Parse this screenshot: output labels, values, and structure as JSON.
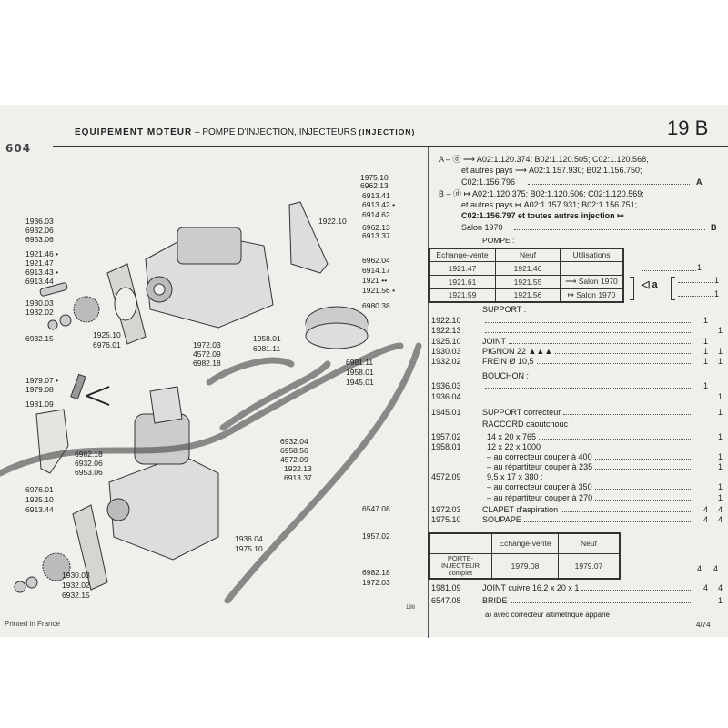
{
  "header": {
    "model_logo": "604",
    "title_bold": "EQUIPEMENT MOTEUR",
    "title_rest": " – POMPE D'INJECTION, INJECTEURS ",
    "title_paren": "(INJECTION)",
    "section": "19 B"
  },
  "variants": {
    "A_lines": [
      "A – ⓓ ⟶ A02:1.120.374; B02:1.120.505; C02:1.120.568,",
      "et autres pays ⟶ A02:1.157.930; B02:1.156.750;",
      "C02:1.156.796"
    ],
    "A_mark": "A",
    "B_lines": [
      "B – ⓓ ↦ A02:1.120.375; B02:1.120.506; C02:1.120.569;",
      "et autres pays ↦ A02:1.157.931; B02:1.156.751;",
      "C02:1.156.797 et toutes autres injection ↦",
      "Salon 1970"
    ],
    "B_mark": "B"
  },
  "pompe": {
    "title": "POMPE :",
    "headers": [
      "Echange-vente",
      "Neuf",
      "Utilisations"
    ],
    "rows": [
      {
        "ev": "1921.47",
        "neuf": "1921.46",
        "util": "",
        "qty": "1"
      },
      {
        "ev": "1921.61",
        "neuf": "1921.55",
        "util": "⟶ Salon 1970",
        "qty": "1"
      },
      {
        "ev": "1921.59",
        "neuf": "1921.56",
        "util": "↦ Salon 1970",
        "qty": "1"
      }
    ],
    "note_mark": "◁ a"
  },
  "parts": [
    {
      "code": "",
      "desc": "SUPPORT :",
      "q1": "",
      "q2": "",
      "dots": false
    },
    {
      "code": "1922.10",
      "desc": "",
      "q1": "1",
      "q2": "",
      "dots": true
    },
    {
      "code": "1922.13",
      "desc": "",
      "q1": "",
      "q2": "1",
      "dots": true
    },
    {
      "code": "1925.10",
      "desc": "JOINT",
      "q1": "1",
      "q2": "",
      "dots": true
    },
    {
      "code": "1930.03",
      "desc": "PIGNON 22 ▲▲▲",
      "q1": "1",
      "q2": "1",
      "dots": true
    },
    {
      "code": "1932.02",
      "desc": "FREIN Ø 10,5",
      "q1": "1",
      "q2": "1",
      "dots": true
    },
    {
      "code": "",
      "desc": "BOUCHON :",
      "q1": "",
      "q2": "",
      "dots": false
    },
    {
      "code": "1936.03",
      "desc": "",
      "q1": "1",
      "q2": "",
      "dots": true
    },
    {
      "code": "1936.04",
      "desc": "",
      "q1": "",
      "q2": "1",
      "dots": true
    },
    {
      "code": "1945.01",
      "desc": "SUPPORT correcteur",
      "q1": "",
      "q2": "1",
      "dots": true
    },
    {
      "code": "",
      "desc": "RACCORD caoutchouc :",
      "q1": "",
      "q2": "",
      "dots": false
    },
    {
      "code": "1957.02",
      "desc": "  14 x 20 x 765",
      "q1": "",
      "q2": "1",
      "dots": true
    },
    {
      "code": "1958.01",
      "desc": "  12 x 22 x 1000",
      "q1": "",
      "q2": "",
      "dots": false
    },
    {
      "code": "",
      "desc": "  – au correcteur couper à 400",
      "q1": "",
      "q2": "1",
      "dots": true
    },
    {
      "code": "",
      "desc": "  – au répartiteur couper à 235",
      "q1": "",
      "q2": "1",
      "dots": true
    },
    {
      "code": "4572.09",
      "desc": "  9,5 x 17 x 380 :",
      "q1": "",
      "q2": "",
      "dots": false
    },
    {
      "code": "",
      "desc": "  – au correcteur couper à 350",
      "q1": "",
      "q2": "1",
      "dots": true
    },
    {
      "code": "",
      "desc": "  – au répartiteur couper à 270",
      "q1": "",
      "q2": "1",
      "dots": true
    },
    {
      "code": "1972.03",
      "desc": "CLAPET d'aspiration",
      "q1": "4",
      "q2": "4",
      "dots": true
    },
    {
      "code": "1975.10",
      "desc": "SOUPAPE",
      "q1": "4",
      "q2": "4",
      "dots": true
    }
  ],
  "porte": {
    "headers": [
      "",
      "Echange-vente",
      "Neuf"
    ],
    "label": "PORTE-INJECTEUR complet",
    "ev": "1979.08",
    "neuf": "1979.07",
    "q1": "4",
    "q2": "4"
  },
  "parts2": [
    {
      "code": "1981.09",
      "desc": "JOINT cuivre 16,2 x 20 x 1",
      "q1": "4",
      "q2": "4",
      "dots": true
    },
    {
      "code": "6547.08",
      "desc": "BRIDE",
      "q1": "",
      "q2": "1",
      "dots": true
    }
  ],
  "footnote": "a)  avec correcteur altimétrique apparié",
  "edition": "4/74",
  "page_number": "198",
  "printed": "Printed in France",
  "diagram": {
    "labels": [
      "1936.03",
      "6932.06",
      "6953.06",
      "1921.46 •",
      "1921.47",
      "6913.43 •",
      "6913.44",
      "1930.03",
      "1932.02",
      "6932.15",
      "1925.10",
      "6976.01",
      "1975.10",
      "6962.13",
      "6913.41",
      "6913.42 •",
      "6914.62",
      "1922.10",
      "6962.13",
      "6913.37",
      "6962.04",
      "6914.17",
      "1921 ••",
      "1921.56 •",
      "6980.38",
      "1972.03",
      "4572.09",
      "6982.18",
      "1958.01",
      "6981.11",
      "6981.11",
      "1958.01",
      "1945.01",
      "6932.04",
      "6958.56",
      "4572.09",
      "1922.13",
      "6913.37",
      "1979.07 •",
      "1979.08",
      "1981.09",
      "6982.18",
      "6932.06",
      "6953.06",
      "6976.01",
      "1925.10",
      "6913.44",
      "1930.03",
      "1932.02",
      "6932.15",
      "6547.08",
      "1957.02",
      "1936.04",
      "1975.10",
      "6982.18",
      "1972.03"
    ]
  }
}
